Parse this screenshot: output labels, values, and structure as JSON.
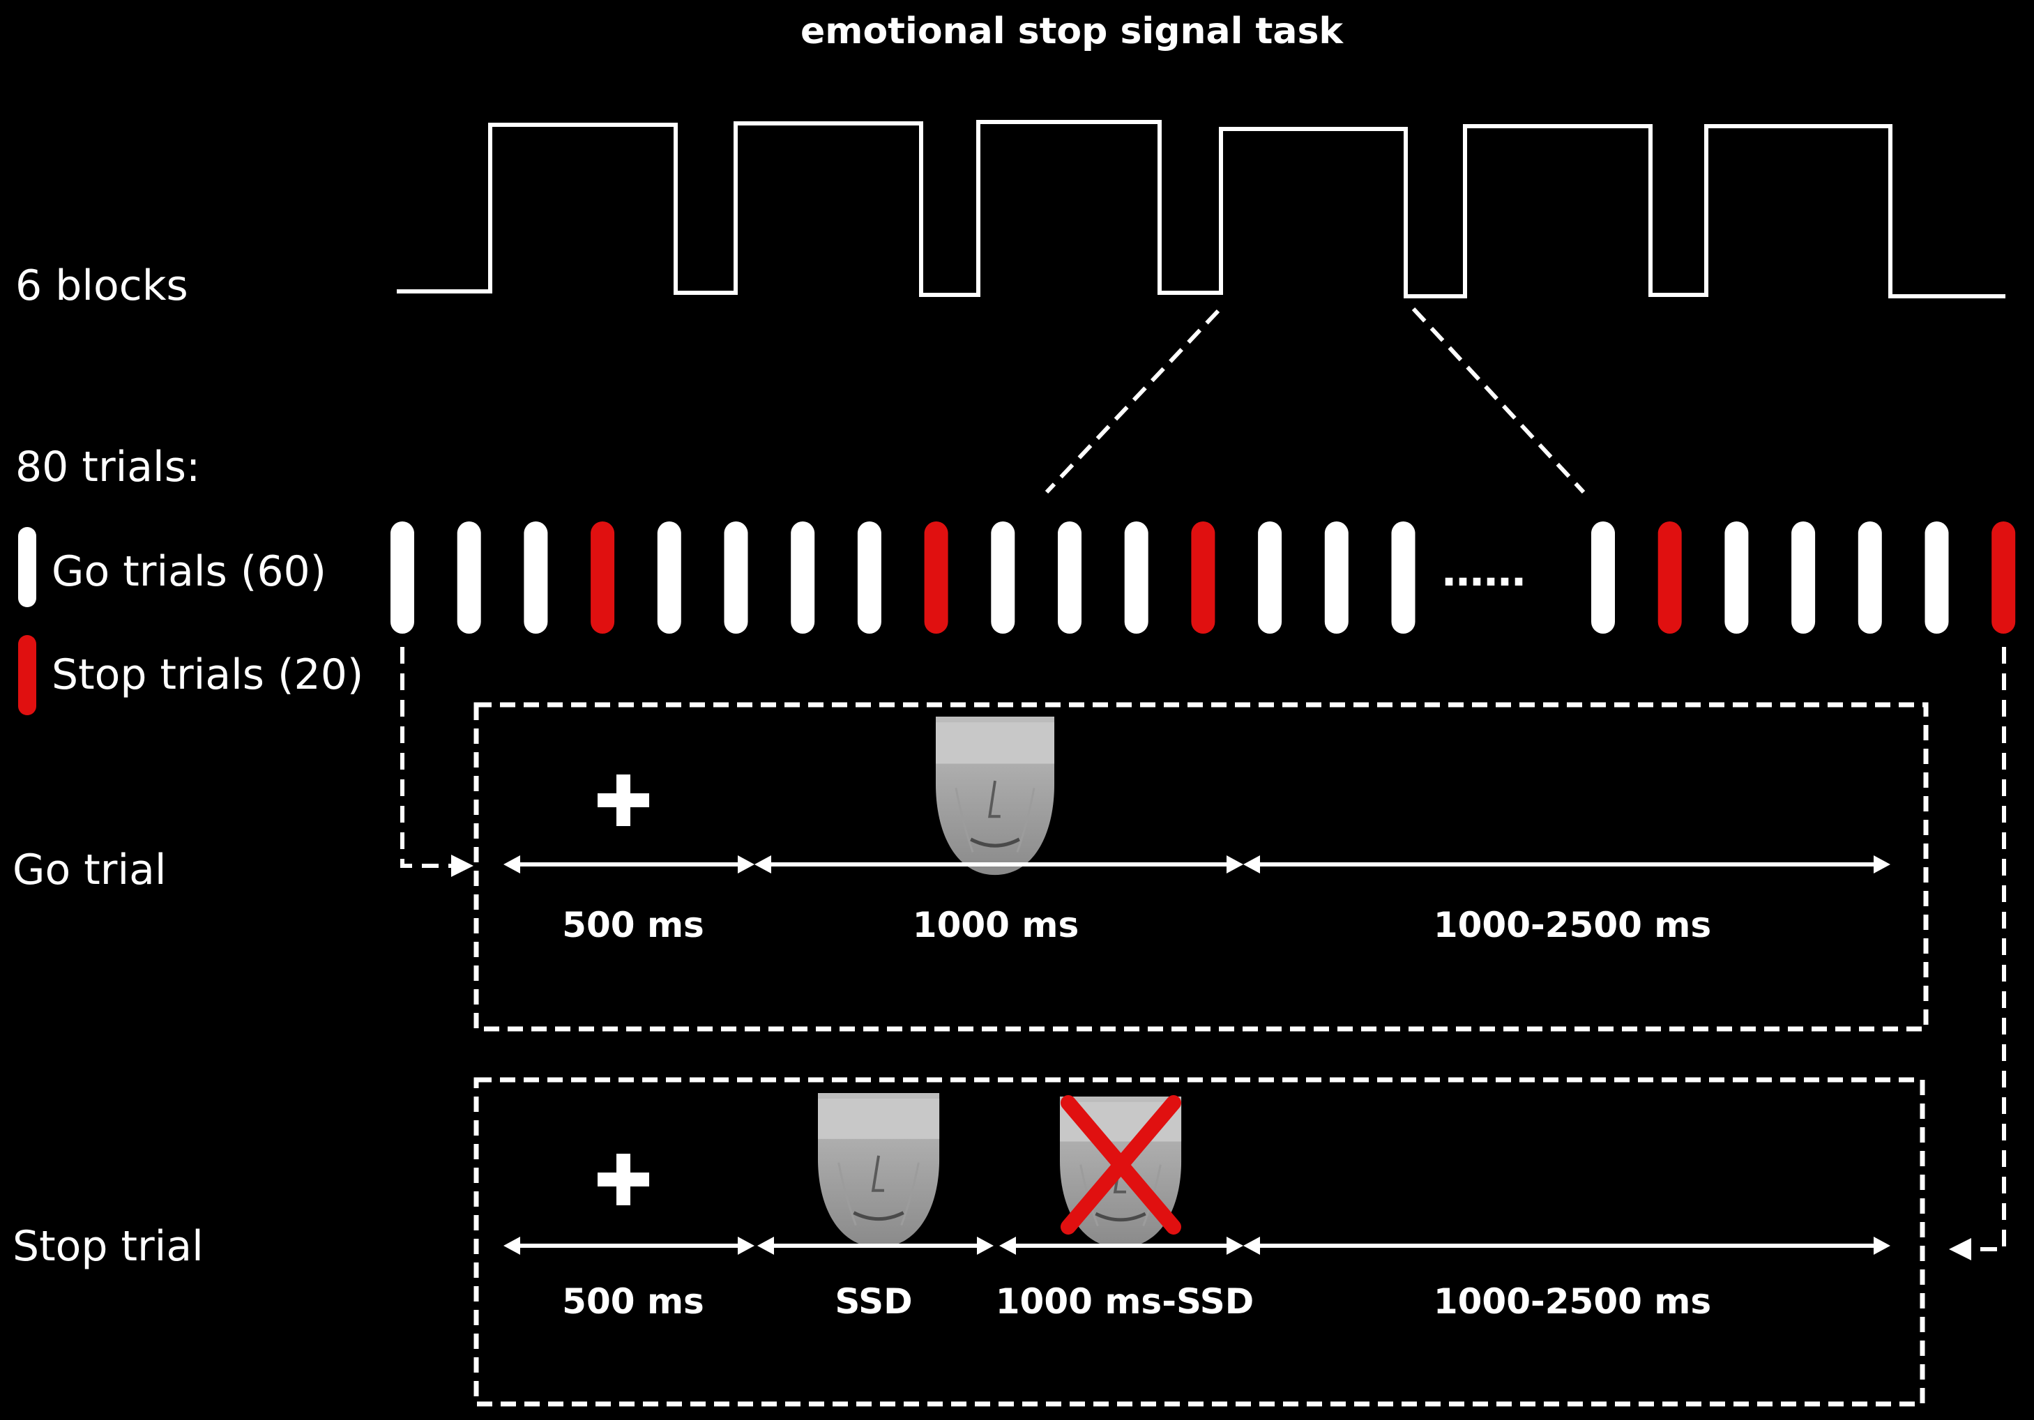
{
  "title": "emotional stop signal task",
  "labels": {
    "blocks": "6 blocks",
    "trials": "80 trials:",
    "go_legend": "Go trials (60)",
    "stop_legend": "Stop trials (20)",
    "go_trial": "Go trial",
    "stop_trial": "Stop trial"
  },
  "trial_sequence": {
    "before_ellipsis": [
      "go",
      "go",
      "go",
      "stop",
      "go",
      "go",
      "go",
      "go",
      "stop",
      "go",
      "go",
      "go",
      "stop",
      "go",
      "go",
      "go"
    ],
    "ellipsis": "……",
    "after_ellipsis": [
      "go",
      "stop",
      "go",
      "go",
      "go",
      "go",
      "stop"
    ]
  },
  "go_trial_timeline": {
    "durations": [
      "500 ms",
      "1000 ms",
      "1000-2500 ms"
    ],
    "stimuli": [
      "fixation-cross",
      "face"
    ]
  },
  "stop_trial_timeline": {
    "durations": [
      "500 ms",
      "SSD",
      "1000 ms-SSD",
      "1000-2500 ms"
    ],
    "stimuli": [
      "fixation-cross",
      "face",
      "face-with-stop-cross"
    ]
  },
  "colors": {
    "background": "#000000",
    "foreground": "#ffffff",
    "go": "#ffffff",
    "stop": "#e01010"
  }
}
